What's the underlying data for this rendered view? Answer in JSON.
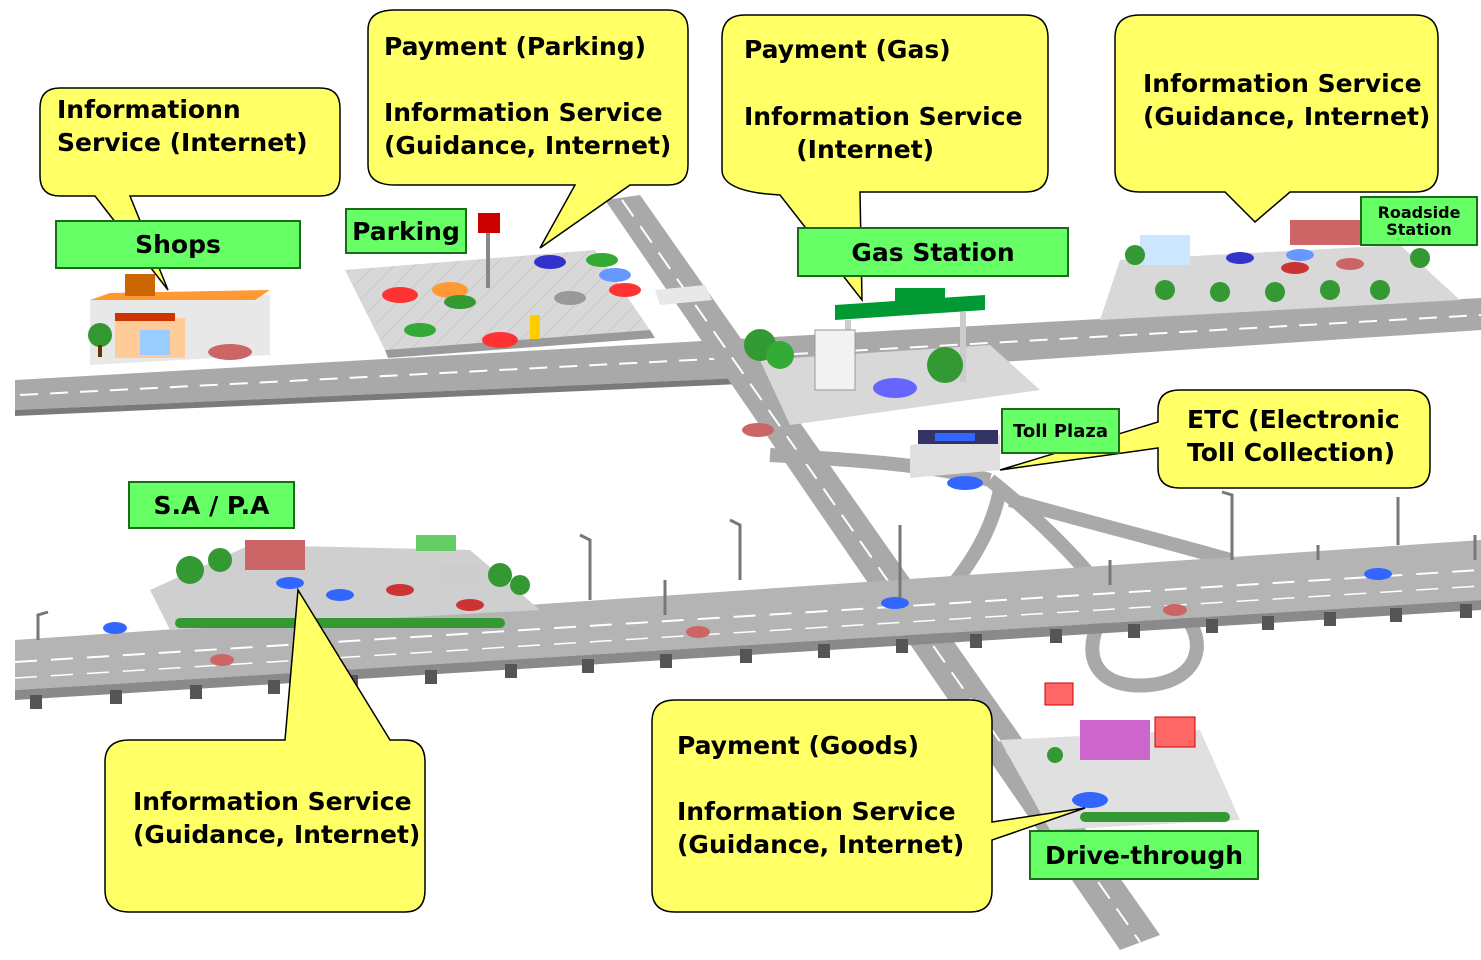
{
  "bubbles": {
    "shops": "Informationn\nService (Internet)",
    "parking_payment": "Payment (Parking)",
    "parking_info": "Information Service\n(Guidance, Internet)",
    "gas_payment": "Payment (Gas)",
    "gas_info": "Information Service\n      (Internet)",
    "roadside_info": "Information Service\n(Guidance, Internet)",
    "etc": "ETC (Electronic\nToll Collection)",
    "sapa_info": "Information Service\n(Guidance, Internet)",
    "drive_payment": "Payment (Goods)",
    "drive_info": "Information Service\n(Guidance, Internet)"
  },
  "labels": {
    "shops": "Shops",
    "parking": "Parking",
    "gas_station": "Gas Station",
    "roadside_station": "Roadside\nStation",
    "toll_plaza": "Toll Plaza",
    "sa_pa": "S.A / P.A",
    "drive_through": "Drive-through"
  },
  "colors": {
    "bubble_fill": "#ffff66",
    "label_fill": "#66ff66",
    "road": "#a9a9a9"
  }
}
